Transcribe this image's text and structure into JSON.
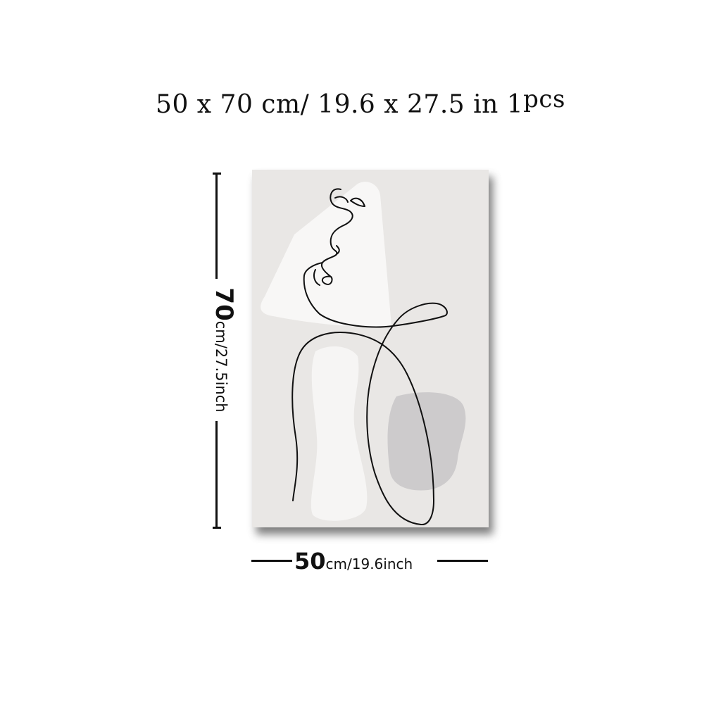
{
  "headline": {
    "size_cm": "50 x 70 cm/ 19.6 x 27.5 in",
    "quantity": "1",
    "quantity_unit": "pcs"
  },
  "height_dimension": {
    "value": "70",
    "unit_text": "cm/27.5inch"
  },
  "width_dimension": {
    "value": "50",
    "unit_text": "cm/19.6inch"
  },
  "artwork": {
    "subject": "single-line-art-woman-face",
    "background_color": "#e9e7e5",
    "shape_light_color": "#f7f6f5",
    "shape_gray_color": "#c9c7c8",
    "line_color": "#111111"
  }
}
